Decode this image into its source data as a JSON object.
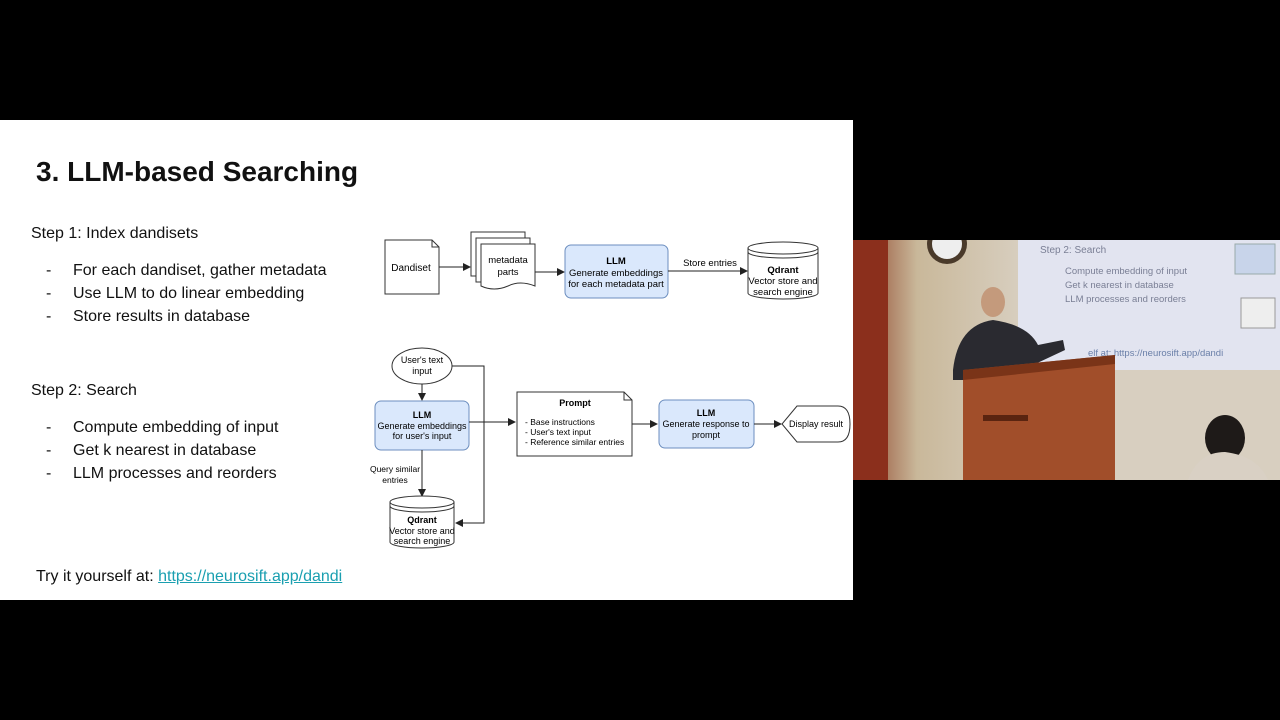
{
  "slide": {
    "title": "3. LLM-based Searching",
    "step1": {
      "heading": "Step 1: Index dandisets",
      "dash": "-",
      "bullets": [
        "For each dandiset, gather metadata",
        "Use LLM to do linear embedding",
        "Store results in database"
      ]
    },
    "step2": {
      "heading": "Step 2: Search",
      "dash": "-",
      "bullets": [
        "Compute embedding of input",
        "Get k nearest in database",
        "LLM processes and reorders"
      ]
    },
    "try_label": "Try it yourself at:",
    "try_link": "https://neurosift.app/dandi"
  },
  "diagram1": {
    "dandiset": "Dandiset",
    "metadata_l1": "metadata",
    "metadata_l2": "parts",
    "llm_title": "LLM",
    "llm_l1": "Generate embeddings",
    "llm_l2": "for each metadata part",
    "store_label": "Store entries",
    "qdrant_title": "Qdrant",
    "qdrant_l1": "Vector store and",
    "qdrant_l2": "search engine"
  },
  "diagram2": {
    "user_l1": "User's text",
    "user_l2": "input",
    "llm_title": "LLM",
    "llm_l1": "Generate embeddings",
    "llm_l2": "for user's input",
    "query_l1": "Query similar",
    "query_l2": "entries",
    "qdrant_title": "Qdrant",
    "qdrant_l1": "Vector store and",
    "qdrant_l2": "search engine",
    "prompt_title": "Prompt",
    "prompt_l1": "- Base instructions",
    "prompt_l2": "- User's text input",
    "prompt_l3": "- Reference similar entries",
    "resp_title": "LLM",
    "resp_l1": "Generate response to",
    "resp_l2": "prompt",
    "display": "Display result"
  },
  "video": {
    "heading": "Step 2: Search",
    "bullets": [
      "Compute embedding of input",
      "Get k nearest in database",
      "LLM processes and reorders"
    ],
    "link": "elf at: https://neurosift.app/dandi"
  },
  "colors": {
    "llm_fill": "#dae8fc",
    "llm_stroke": "#6c8ebf",
    "link": "#1a9fb0"
  }
}
